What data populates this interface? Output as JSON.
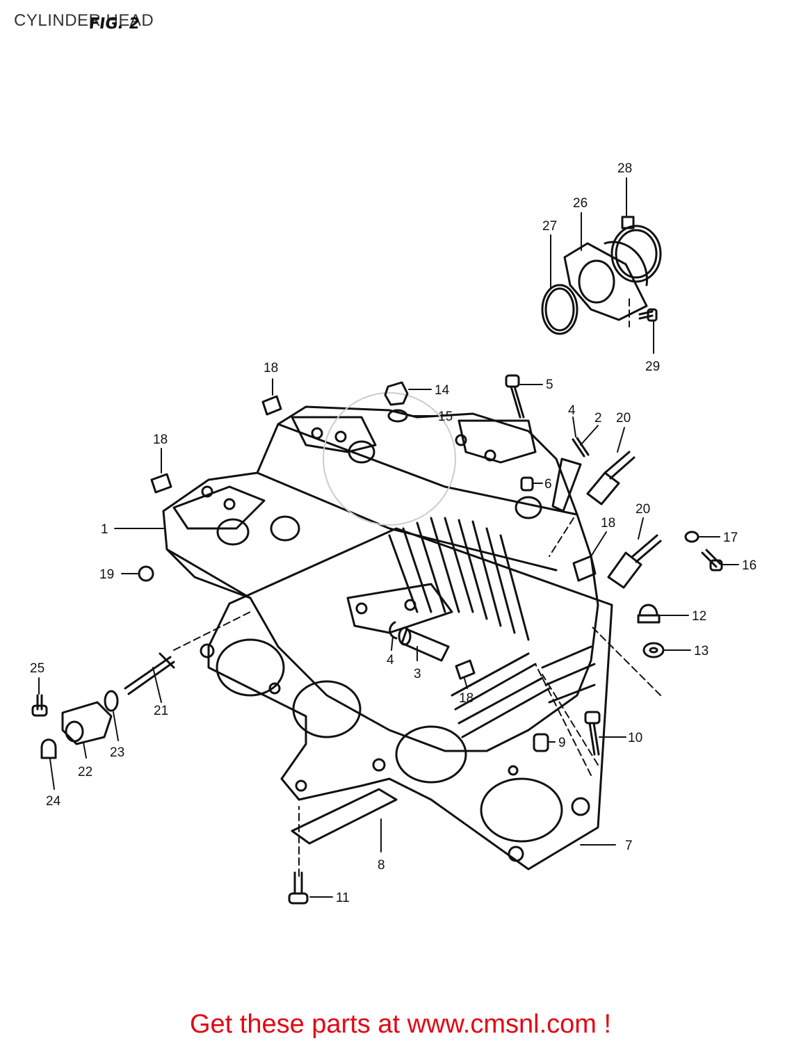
{
  "header": {
    "title": "CYLINDER HEAD",
    "fig_label": "FIG. 2"
  },
  "callouts": {
    "c1": "1",
    "c2": "2",
    "c3": "3",
    "c4a": "4",
    "c4b": "4",
    "c5": "5",
    "c6": "6",
    "c7": "7",
    "c8": "8",
    "c9": "9",
    "c10": "10",
    "c11": "11",
    "c12": "12",
    "c13": "13",
    "c14": "14",
    "c15": "15",
    "c16": "16",
    "c17": "17",
    "c18a": "18",
    "c18b": "18",
    "c18c": "18",
    "c18d": "18",
    "c19": "19",
    "c20a": "20",
    "c20b": "20",
    "c21": "21",
    "c22": "22",
    "c23": "23",
    "c24": "24",
    "c25": "25",
    "c26": "26",
    "c27": "27",
    "c28": "28",
    "c29": "29"
  },
  "footer": {
    "link_text": "Get these parts at www.cmsnl.com !"
  },
  "colors": {
    "ink": "#111111",
    "footer_red": "#e30613"
  }
}
